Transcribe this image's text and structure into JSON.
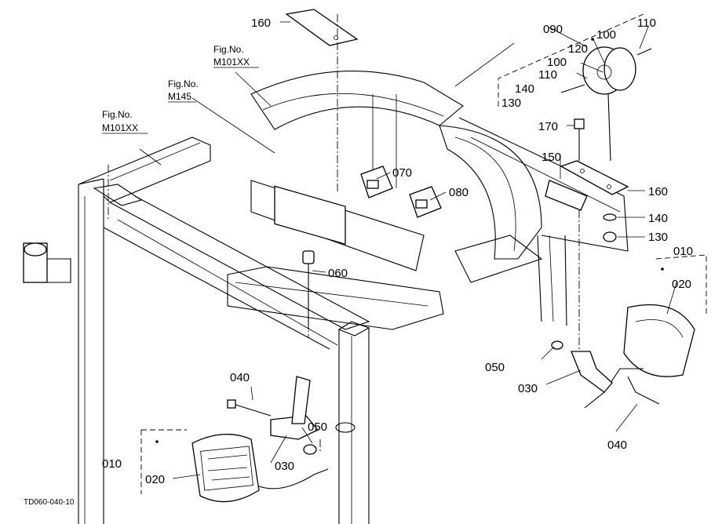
{
  "callouts": {
    "c160_top": "160",
    "c090": "090",
    "c110_top": "110",
    "c100_top": "100",
    "c120": "120",
    "c100_mid": "100",
    "c110_mid": "110",
    "c140_top": "140",
    "c130_top": "130",
    "c170": "170",
    "c150": "150",
    "c160_right": "160",
    "c140_right": "140",
    "c130_right": "130",
    "c070": "070",
    "c080": "080",
    "c060": "060",
    "c010_right": "010",
    "c020_right": "020",
    "c050_right": "050",
    "c030_right": "030",
    "c040_right": "040",
    "c040_left": "040",
    "c050_left": "050",
    "c030_left": "030",
    "c010_left": "010",
    "c020_left": "020"
  },
  "fig_refs": {
    "ref1_label": "Fig.No.",
    "ref1_code": "M101XX",
    "ref2_label": "Fig.No.",
    "ref2_code": "M145",
    "ref3_label": "Fig.No.",
    "ref3_code": "M101XX"
  },
  "drawing_code": "TD060-040-10"
}
